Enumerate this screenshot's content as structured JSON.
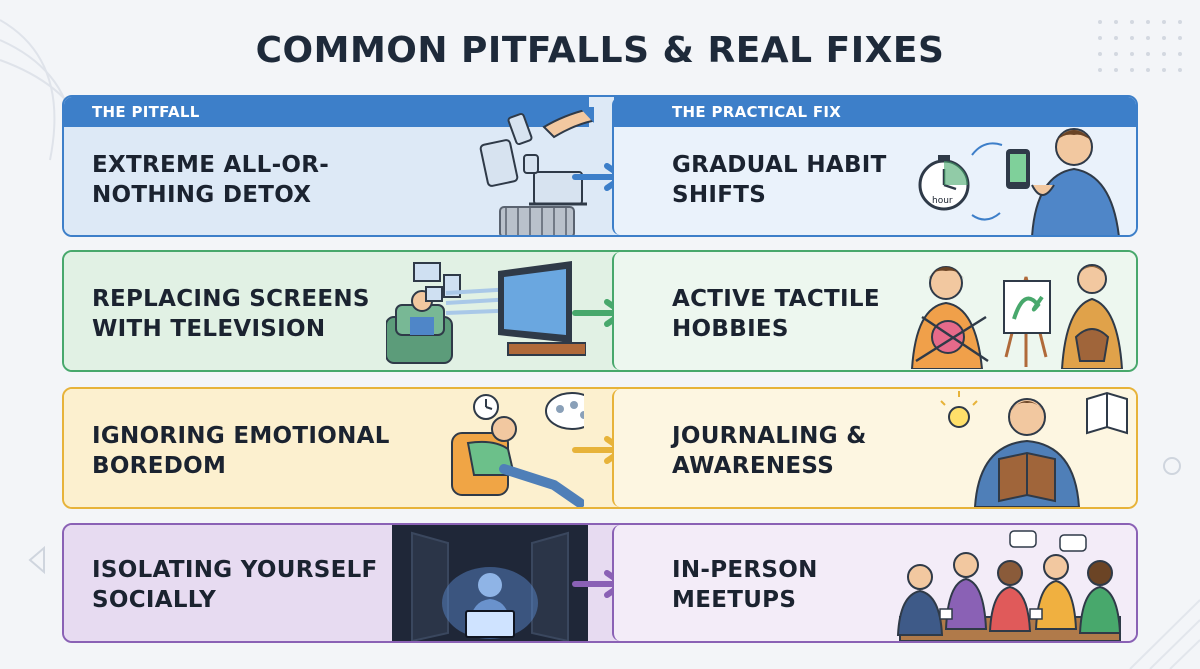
{
  "title": "COMMON PITFALLS & REAL FIXES",
  "headers": {
    "pitfall": "THE PITFALL",
    "fix": "THE PRACTICAL FIX"
  },
  "rows": [
    {
      "pitfall": "EXTREME ALL-OR-NOTHING DETOX",
      "fix": "GRADUAL HABIT SHIFTS",
      "stopwatch_label": "hour",
      "color": "#3d7fc9",
      "pitfall_bg": "#dde9f6",
      "fix_bg": "#eaf2fb"
    },
    {
      "pitfall": "REPLACING SCREENS WITH TELEVISION",
      "fix": "ACTIVE TACTILE HOBBIES",
      "color": "#48a86c",
      "pitfall_bg": "#e1f1e4",
      "fix_bg": "#edf7ef"
    },
    {
      "pitfall": "IGNORING EMOTIONAL BOREDOM",
      "fix": "JOURNALING & AWARENESS",
      "color": "#e7b33a",
      "pitfall_bg": "#fcf0cf",
      "fix_bg": "#fdf6e1"
    },
    {
      "pitfall": "ISOLATING YOURSELF SOCIALLY",
      "fix": "IN-PERSON MEETUPS",
      "color": "#8a61b5",
      "pitfall_bg": "#e7dbf1",
      "fix_bg": "#f3ecf8"
    }
  ],
  "icons": {
    "row1_left": "discarded-devices-trash-icon",
    "row1_right": "stopwatch-person-phone-icon",
    "row2_left": "person-watching-tv-icon",
    "row2_right": "knitting-painting-pottery-icon",
    "row3_left": "bored-person-chair-icon",
    "row3_right": "person-journaling-icon",
    "row4_left": "isolated-person-dark-room-icon",
    "row4_right": "friends-meetup-icon"
  }
}
